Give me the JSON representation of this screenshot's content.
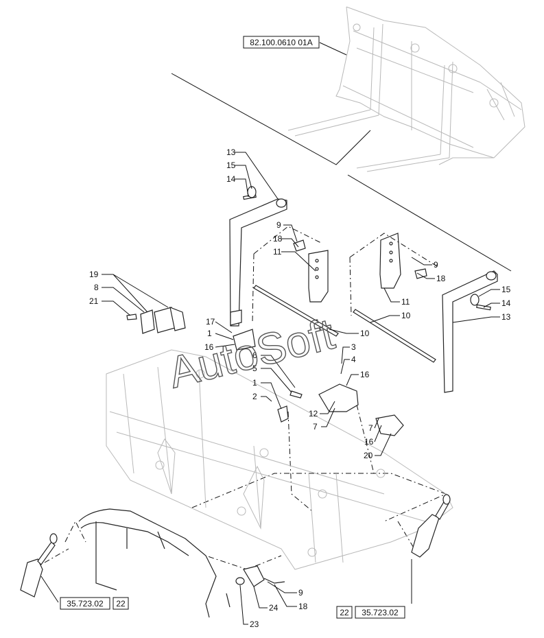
{
  "references": {
    "top": "82.100.0610 01A",
    "bottom_left_code": "35.723.02",
    "bottom_left_item": "22",
    "bottom_right_item": "22",
    "bottom_right_code": "35.723.02"
  },
  "watermark": "AutoSoft",
  "callouts": [
    "13",
    "15",
    "14",
    "9",
    "18",
    "11",
    "9",
    "18",
    "11",
    "10",
    "10",
    "15",
    "14",
    "13",
    "19",
    "8",
    "21",
    "17",
    "1",
    "16",
    "3",
    "4",
    "16",
    "6",
    "5",
    "1",
    "2",
    "12",
    "7",
    "7",
    "16",
    "20",
    "9",
    "24",
    "18",
    "23"
  ]
}
